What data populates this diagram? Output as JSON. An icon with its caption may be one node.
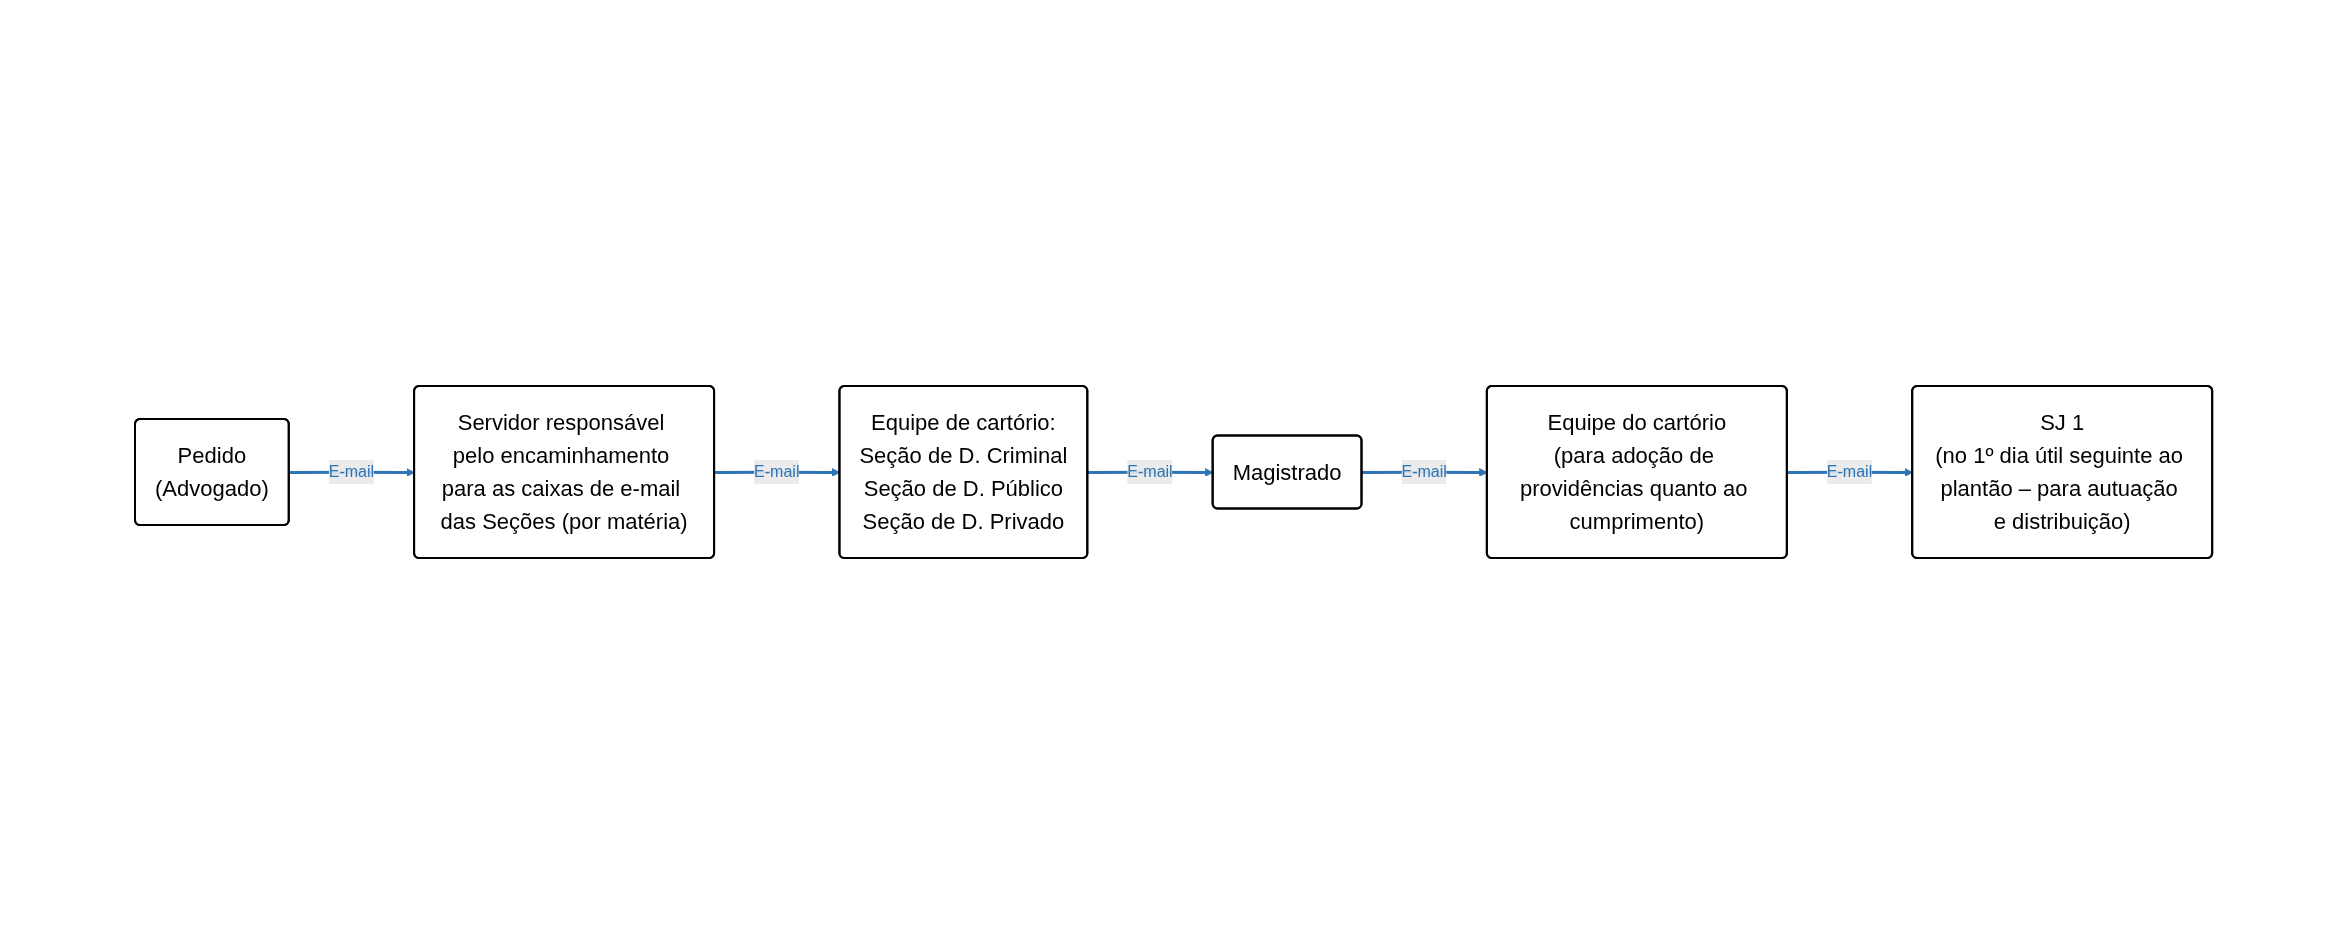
{
  "diagram": {
    "nodes": [
      {
        "text": [
          "Pedido",
          "(Advogado)"
        ]
      },
      {
        "text": [
          "Servidor responsável pelo encaminhamento para as caixas de e-mail das Seções (por matéria)"
        ]
      },
      {
        "text": [
          "Equipe de cartório:",
          "Seção de D. Criminal",
          "Seção de D. Público",
          "Seção de D. Privado"
        ]
      },
      {
        "text": [
          "Magistrado"
        ]
      },
      {
        "text": [
          "Equipe do cartório",
          "(para adoção de providências quanto ao cumprimento)"
        ]
      },
      {
        "text": [
          "SJ 1",
          "(no 1º dia útil seguinte ao plantão – para autuação e distribuição)"
        ]
      }
    ],
    "edges": [
      {
        "from": 0,
        "to": 1,
        "arrow": "to",
        "label": "E-mail"
      },
      {
        "from": 1,
        "to": 2,
        "arrow": "to",
        "label": "E-mail"
      },
      {
        "from": 2,
        "to": 3,
        "arrow": "to",
        "label": "E-mail"
      },
      {
        "from": 3,
        "to": 4,
        "arrow": "to",
        "label": "E-mail"
      },
      {
        "from": 4,
        "to": 5,
        "arrow": "to",
        "label": "E-mail"
      }
    ]
  }
}
